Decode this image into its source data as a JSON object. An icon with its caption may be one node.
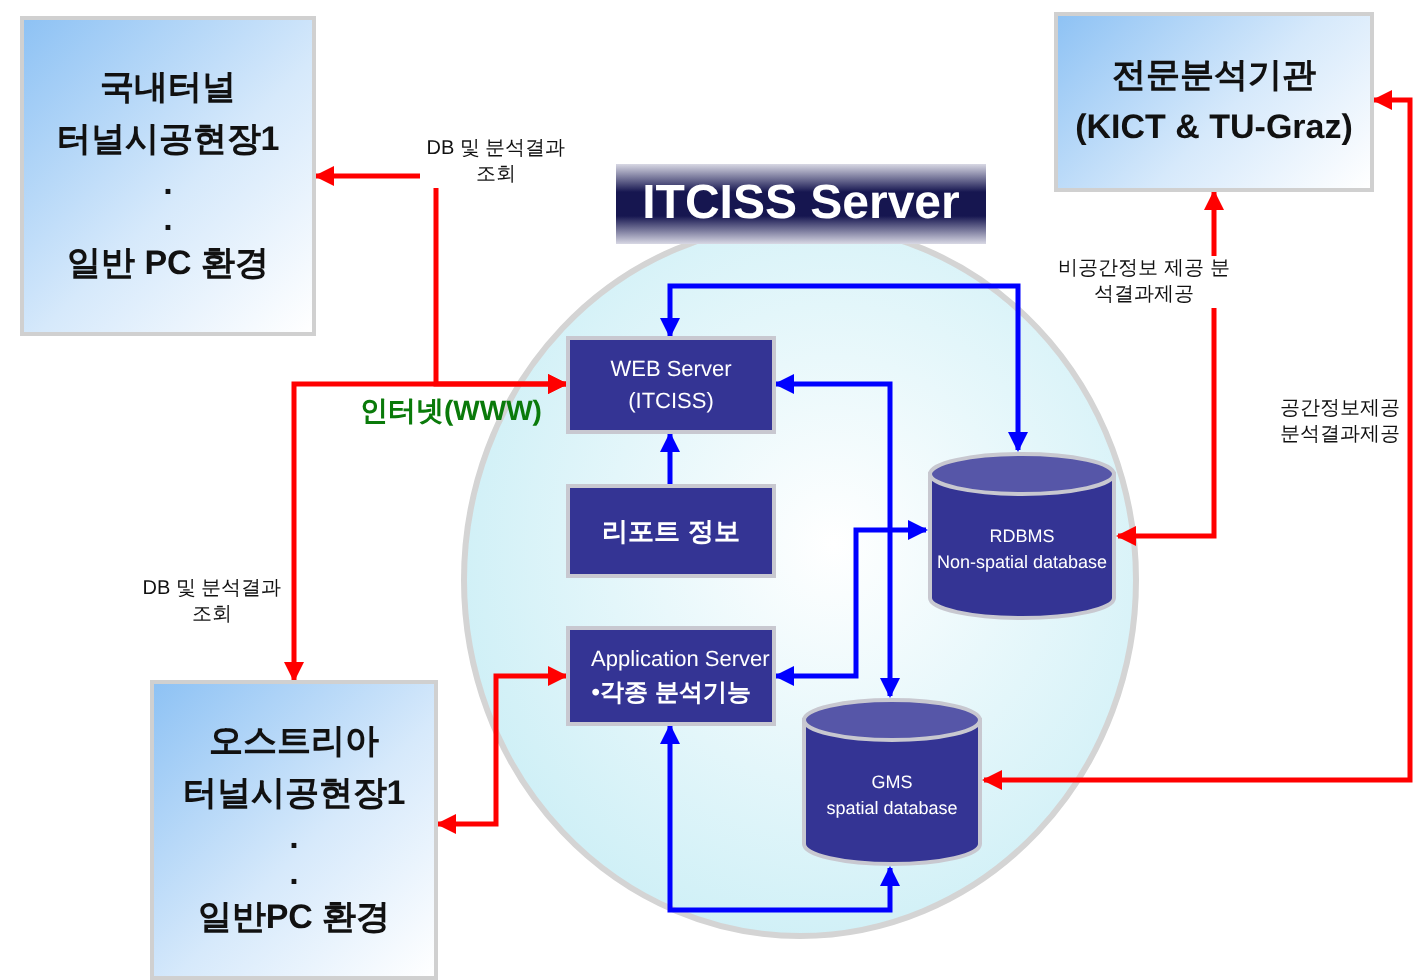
{
  "diagram": {
    "nodes": [
      {
        "text": [
          "국내터널",
          "터널시공현장1",
          ".",
          ".",
          "일반 PC 환경"
        ]
      },
      {
        "text": [
          "전문분석기관",
          "(KICT & TU-Graz)"
        ]
      },
      {
        "text": [
          "ITCISS Server"
        ]
      },
      {
        "text": [
          "WEB Server (ITCISS)"
        ],
        "in": 2
      },
      {
        "text": [
          "리포트 정보"
        ],
        "in": 2
      },
      {
        "text": [
          "Application Server",
          "•각종 분석기능"
        ],
        "in": 2
      },
      {
        "text": [
          "RDBMS",
          "Non-spatial database"
        ],
        "in": 2
      },
      {
        "text": [
          "GMS",
          "spatial database"
        ],
        "in": 2
      },
      {
        "text": [
          "오스트리아",
          "터널시공현장1",
          ".",
          ".",
          "일반PC 환경"
        ]
      }
    ],
    "edges": [
      {
        "from": 3,
        "to": 0,
        "arrow": "both",
        "label": "DB 및 분석결과 조회",
        "color": "#ff0000"
      },
      {
        "from": 3,
        "to": 8,
        "arrow": "both",
        "label": "DB 및 분석결과 조회",
        "color": "#ff0000"
      },
      {
        "from": 5,
        "to": 8,
        "arrow": "both",
        "color": "#ff0000"
      },
      {
        "from": 6,
        "to": 1,
        "arrow": "both",
        "label": "비공간정보 제공 분석결과제공",
        "color": "#ff0000"
      },
      {
        "from": 7,
        "to": 1,
        "arrow": "both",
        "label": "공간정보제공 분석결과제공",
        "color": "#ff0000"
      },
      {
        "from": 3,
        "to": 6,
        "arrow": "both",
        "color": "#0000ff"
      },
      {
        "from": 3,
        "to": 7,
        "arrow": "both",
        "color": "#0000ff"
      },
      {
        "from": 4,
        "to": 3,
        "arrow": "to",
        "color": "#0000ff"
      },
      {
        "from": 5,
        "to": 6,
        "arrow": "both",
        "color": "#0000ff"
      },
      {
        "from": 5,
        "to": 7,
        "arrow": "both",
        "color": "#0000ff"
      }
    ],
    "labels": [
      "인터넷(WWW)"
    ]
  }
}
